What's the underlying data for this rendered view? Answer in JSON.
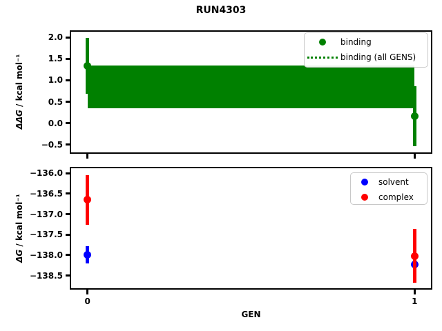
{
  "figure": {
    "title": "RUN4303"
  },
  "axes": {
    "top": {
      "ylabel_math": "ΔΔG",
      "ylabel_units": " / kcal mol⁻¹"
    },
    "bottom": {
      "ylabel_math": "ΔG",
      "ylabel_units": " / kcal mol⁻¹",
      "xlabel": "GEN"
    }
  },
  "legends": {
    "top": {
      "items": [
        {
          "label": "binding",
          "marker": "dot",
          "color": "#008000"
        },
        {
          "label": "binding (all GENS)",
          "marker": "dotted-line",
          "color": "#008000"
        }
      ]
    },
    "bottom": {
      "items": [
        {
          "label": "solvent",
          "marker": "dot",
          "color": "#0000ff"
        },
        {
          "label": "complex",
          "marker": "dot",
          "color": "#ff0000"
        }
      ]
    }
  },
  "colors": {
    "binding": "#008000",
    "solvent": "#0000ff",
    "complex": "#ff0000",
    "spine": "#000000",
    "legend_border": "#c8c8c8"
  },
  "chart_data": [
    {
      "type": "scatter",
      "title": "RUN4303",
      "ylabel": "ΔΔG / kcal mol⁻¹",
      "x": [
        0,
        1
      ],
      "series": [
        {
          "name": "binding",
          "color": "#008000",
          "values": [
            1.33,
            0.16
          ],
          "yerr": [
            0.65,
            0.7
          ]
        }
      ],
      "band": {
        "name": "binding (all GENS)",
        "color": "#008000",
        "lo": 0.35,
        "hi": 1.35,
        "mean": 0.85,
        "x_range": [
          0,
          1
        ],
        "style": "dotted-center"
      },
      "xlim": [
        -0.05,
        1.05
      ],
      "ylim": [
        -0.68,
        2.13
      ],
      "yticks": [
        2.0,
        1.5,
        1.0,
        0.5,
        0.0,
        -0.5
      ],
      "ytick_labels": [
        "2.0",
        "1.5",
        "1.0",
        "0.5",
        "0.0",
        "−0.5"
      ],
      "xticks": [
        0,
        1
      ],
      "xtick_labels": [
        "",
        ""
      ],
      "legend": [
        "binding",
        "binding (all GENS)"
      ],
      "legend_position": "upper right",
      "grid": false
    },
    {
      "type": "scatter",
      "ylabel": "ΔG / kcal mol⁻¹",
      "xlabel": "GEN",
      "x": [
        0,
        1
      ],
      "series": [
        {
          "name": "solvent",
          "color": "#0000ff",
          "values": [
            -138.0,
            -138.23
          ],
          "yerr": [
            0.21,
            0.2
          ]
        },
        {
          "name": "complex",
          "color": "#ff0000",
          "values": [
            -136.65,
            -138.02
          ],
          "yerr": [
            0.61,
            0.66
          ]
        }
      ],
      "xlim": [
        -0.05,
        1.05
      ],
      "ylim": [
        -138.81,
        -135.88
      ],
      "yticks": [
        -136.0,
        -136.5,
        -137.0,
        -137.5,
        -138.0,
        -138.5
      ],
      "ytick_labels": [
        "−136.0",
        "−136.5",
        "−137.0",
        "−137.5",
        "−138.0",
        "−138.5"
      ],
      "xticks": [
        0,
        1
      ],
      "xtick_labels": [
        "0",
        "1"
      ],
      "legend": [
        "solvent",
        "complex"
      ],
      "legend_position": "upper right",
      "grid": false
    }
  ]
}
